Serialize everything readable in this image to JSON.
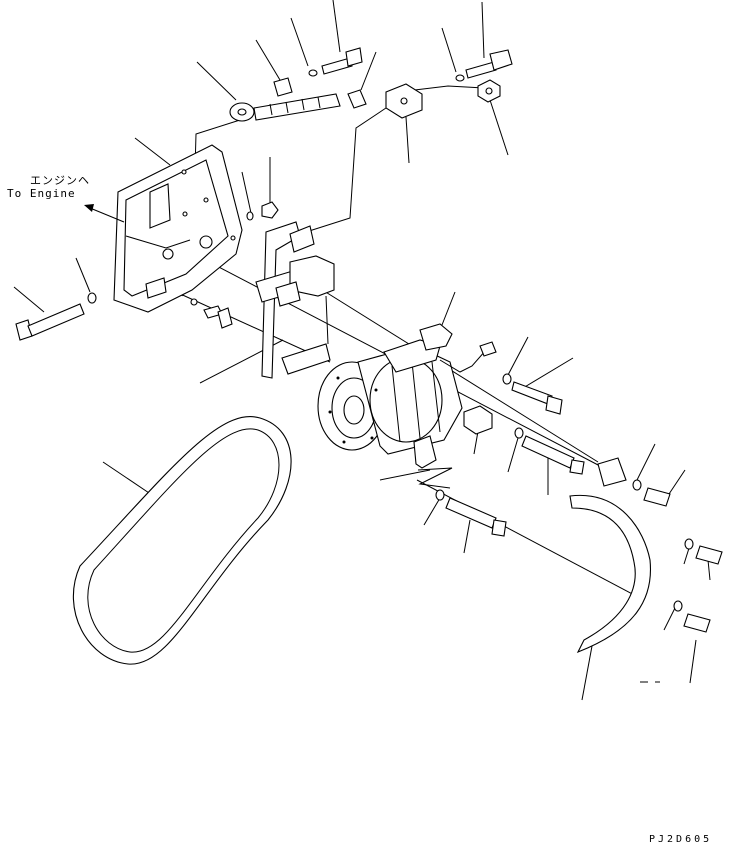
{
  "labels": {
    "to_engine_jp": "エンジンヘ",
    "to_engine_en": "To Engine",
    "drawing_code": "PJ2D605"
  },
  "colors": {
    "ink": "#000000",
    "paper": "#ffffff"
  }
}
